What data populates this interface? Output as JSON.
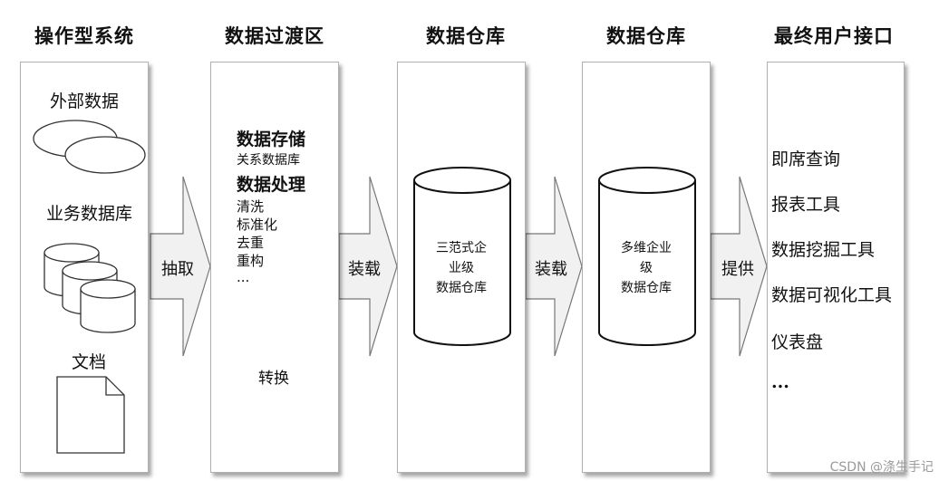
{
  "headers": [
    "操作型系统",
    "数据过渡区",
    "数据仓库",
    "数据仓库",
    "最终用户接口"
  ],
  "source": {
    "external_data": "外部数据",
    "business_db": "业务数据库",
    "documents": "文档"
  },
  "staging": {
    "storage_title": "数据存储",
    "storage_sub": "关系数据库",
    "process_title": "数据处理",
    "steps": [
      "清洗",
      "标准化",
      "去重",
      "重构",
      "..."
    ],
    "transform": "转换"
  },
  "dw1": {
    "lines": [
      "三范式企",
      "业级",
      "数据仓库"
    ]
  },
  "dw2": {
    "lines": [
      "多维企业",
      "级",
      "数据仓库"
    ]
  },
  "arrows": [
    "抽取",
    "装载",
    "装载",
    "提供"
  ],
  "tools": [
    "即席查询",
    "报表工具",
    "数据挖掘工具",
    "数据可视化工具",
    "仪表盘",
    "..."
  ],
  "watermark": "CSDN @涤生手记"
}
